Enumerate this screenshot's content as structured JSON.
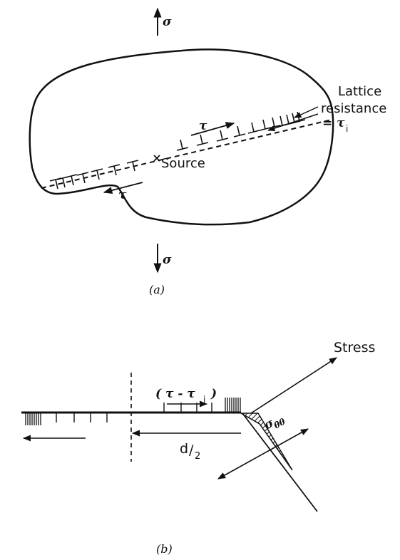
{
  "panel_a": {
    "sigma_top": "σ",
    "sigma_bottom": "σ",
    "tau_upper": "τ",
    "tau_lower": "τ",
    "source_label": "Source",
    "lattice_line1": "Lattice",
    "lattice_line2": "resistance",
    "lattice_eq": "= τ",
    "lattice_sub": "i",
    "caption": "(a)"
  },
  "panel_b": {
    "stress_label": "Stress",
    "tau_diff_open": "( τ - τ",
    "tau_diff_sub": "i",
    "tau_diff_close": ")",
    "half_d_num": "d",
    "half_d_slash": "/",
    "half_d_den": "2",
    "sigma_theta": "σ",
    "sigma_theta_sub": "θθ",
    "caption": "(b)"
  }
}
